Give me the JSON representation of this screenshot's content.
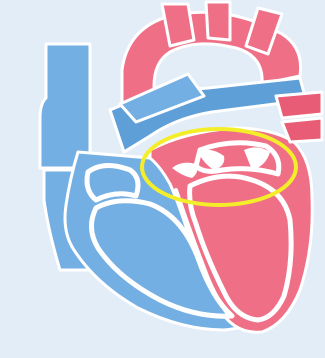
{
  "illustration": {
    "subject": "heart-cross-section-illustration",
    "colors": {
      "background": "#e3edf7",
      "deoxygenated_blue": "#74afe4",
      "deoxygenated_blue_dark": "#5f9fd8",
      "oxygenated_red": "#ef6f86",
      "oxygenated_red_dark": "#e85c75",
      "chamber_outline": "#ffffff",
      "highlight_ring": "#f4ee2a"
    }
  },
  "highlight": {
    "shape": "ellipse",
    "region": "aortic-valve",
    "color": "#f4ee2a"
  }
}
